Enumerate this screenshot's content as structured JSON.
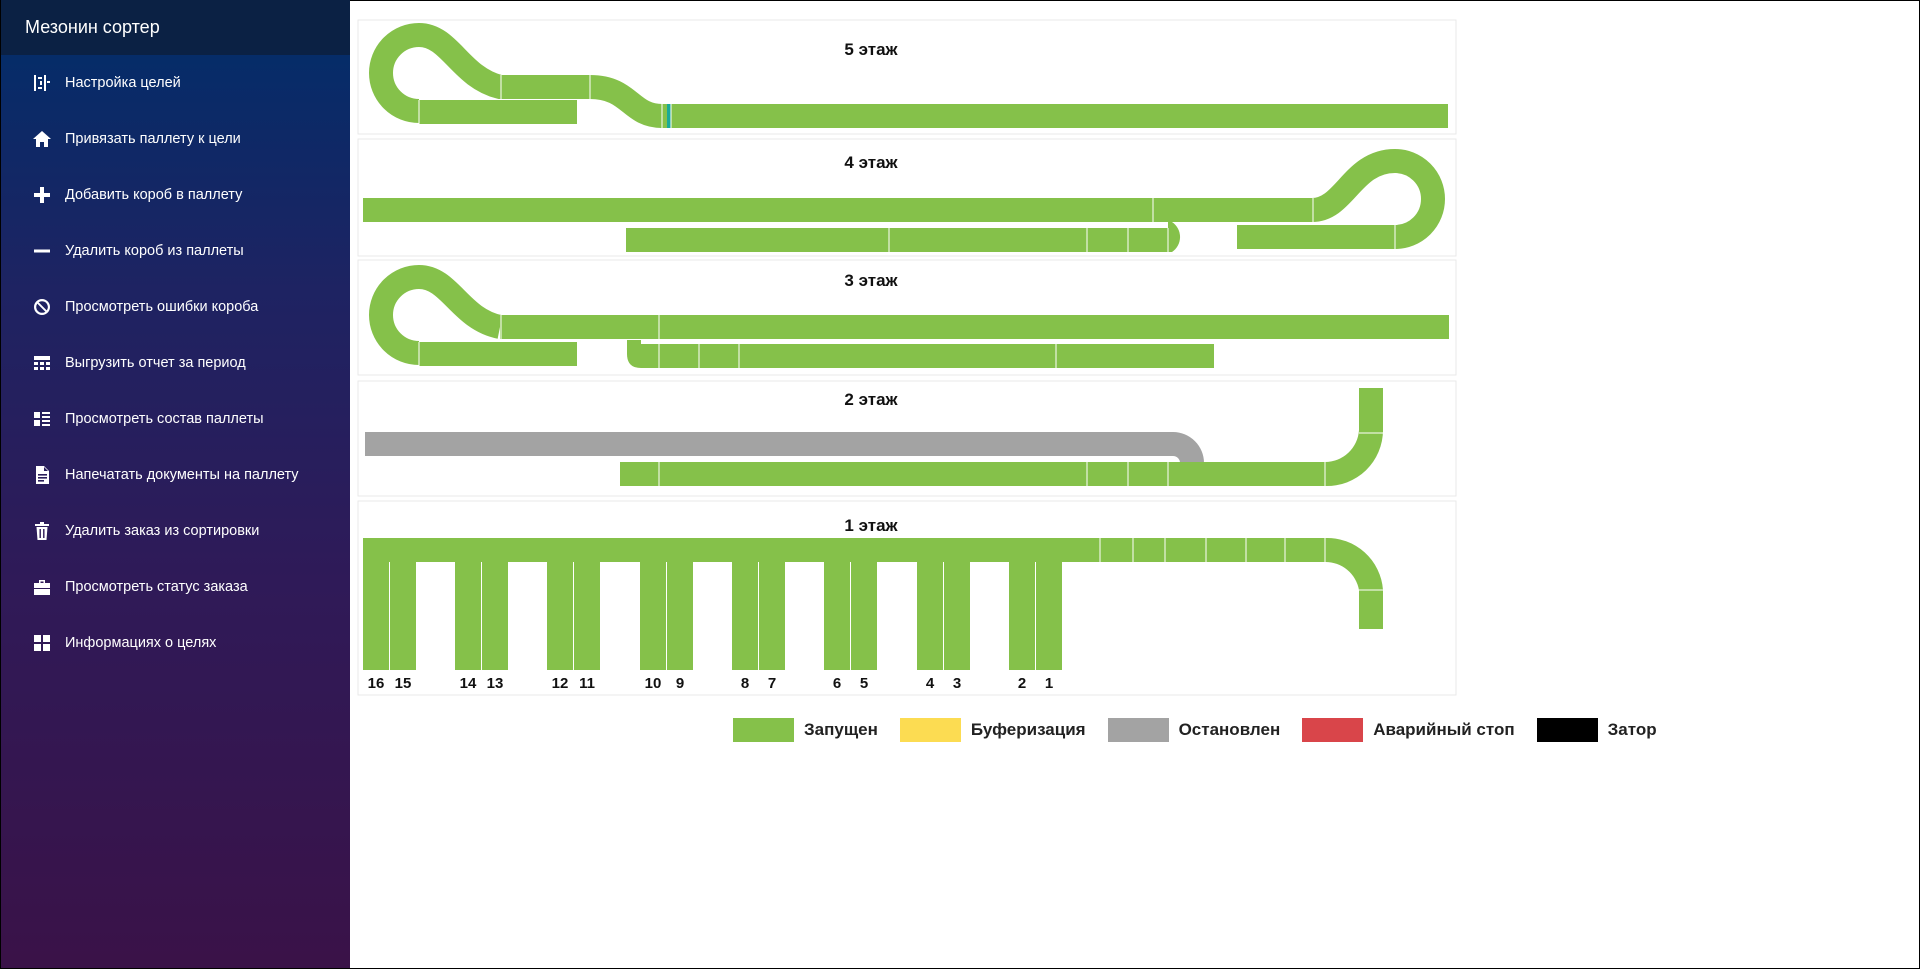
{
  "app": {
    "title": "Мезонин сортер"
  },
  "menu": [
    {
      "label": "Настройка целей",
      "icon": "target-settings-icon"
    },
    {
      "label": "Привязать паллету к цели",
      "icon": "home-icon"
    },
    {
      "label": "Добавить короб в паллету",
      "icon": "plus-icon"
    },
    {
      "label": "Удалить короб из паллеты",
      "icon": "minus-icon"
    },
    {
      "label": "Просмотреть ошибки короба",
      "icon": "block-icon"
    },
    {
      "label": "Выгрузить отчет за период",
      "icon": "calendar-icon"
    },
    {
      "label": "Просмотреть состав паллеты",
      "icon": "list-icon"
    },
    {
      "label": "Напечатать документы на паллету",
      "icon": "document-icon"
    },
    {
      "label": "Удалить заказ из сортировки",
      "icon": "trash-icon"
    },
    {
      "label": "Просмотреть статус заказа",
      "icon": "briefcase-icon"
    },
    {
      "label": "Информацияx о целях",
      "icon": "grid-icon"
    }
  ],
  "floors": [
    {
      "id": 5,
      "title": "5 этаж"
    },
    {
      "id": 4,
      "title": "4 этаж"
    },
    {
      "id": 3,
      "title": "3 этаж"
    },
    {
      "id": 2,
      "title": "2 этаж"
    },
    {
      "id": 1,
      "title": "1 этаж"
    }
  ],
  "chute_numbers": [
    "16",
    "15",
    "14",
    "13",
    "12",
    "11",
    "10",
    "9",
    "8",
    "7",
    "6",
    "5",
    "4",
    "3",
    "2",
    "1"
  ],
  "legend": [
    {
      "label": "Запущен",
      "color": "#85c14a"
    },
    {
      "label": "Буферизация",
      "color": "#fcdc52"
    },
    {
      "label": "Остановлен",
      "color": "#a3a3a3"
    },
    {
      "label": "Аварийный стоп",
      "color": "#d9454a"
    },
    {
      "label": "Затор",
      "color": "#000000"
    }
  ],
  "status_colors": {
    "running": "#85c14a",
    "stopped": "#a3a3a3",
    "sensor": "#1aaa98"
  }
}
